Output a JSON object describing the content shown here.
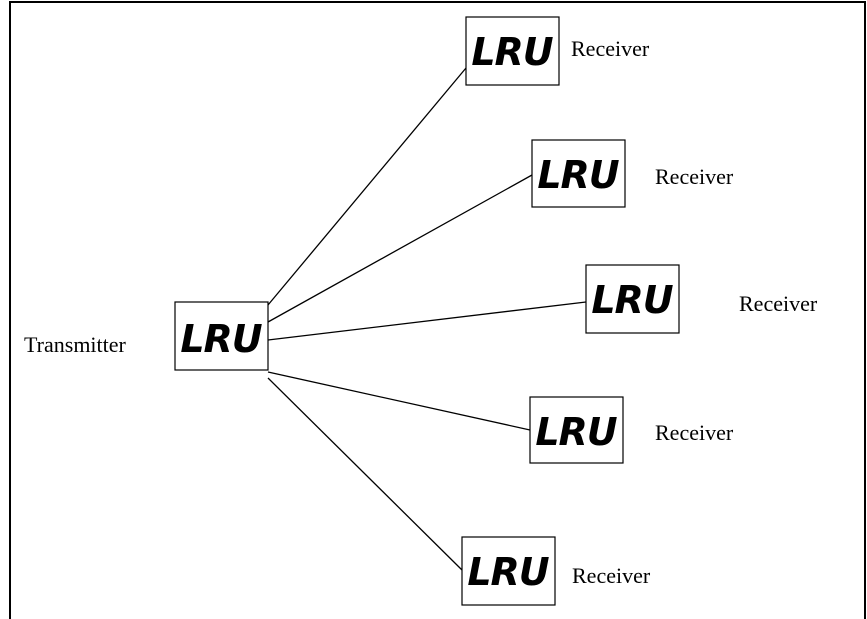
{
  "diagram": {
    "transmitter": {
      "label": "Transmitter",
      "logo": "LRU"
    },
    "receivers": [
      {
        "label": "Receiver",
        "logo": "LRU"
      },
      {
        "label": "Receiver",
        "logo": "LRU"
      },
      {
        "label": "Receiver",
        "logo": "LRU"
      },
      {
        "label": "Receiver",
        "logo": "LRU"
      },
      {
        "label": "Receiver",
        "logo": "LRU"
      }
    ]
  }
}
